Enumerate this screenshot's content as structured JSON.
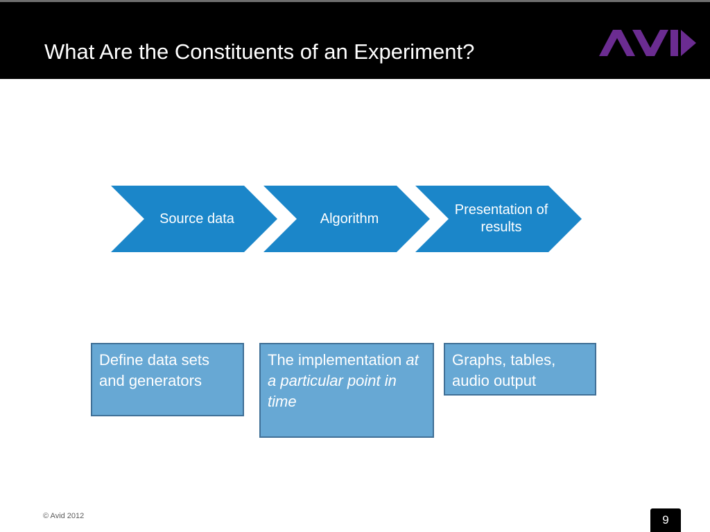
{
  "slide": {
    "title": "What Are the Constituents of an Experiment?",
    "footer": "© Avid 2012",
    "page_number": "9",
    "accent_color": "#1b86c9",
    "logo_color": "#6b2c91"
  },
  "process": {
    "steps": [
      {
        "label": "Source data"
      },
      {
        "label": "Algorithm"
      },
      {
        "label": "Presentation of results"
      }
    ]
  },
  "descriptions": [
    {
      "text": "Define data sets and generators"
    },
    {
      "text_plain": "The implementation",
      "text_italic": "at a particular point in time"
    },
    {
      "text": "Graphs, tables, audio output"
    }
  ]
}
